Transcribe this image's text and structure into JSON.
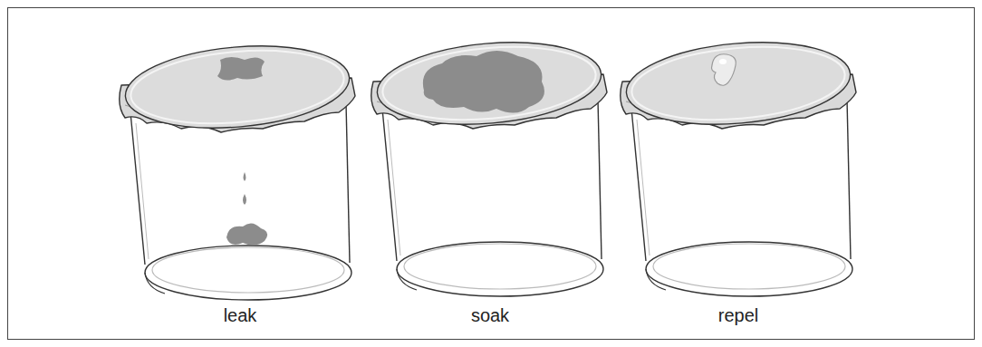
{
  "diagram": {
    "labels": [
      "leak",
      "soak",
      "repel"
    ]
  }
}
